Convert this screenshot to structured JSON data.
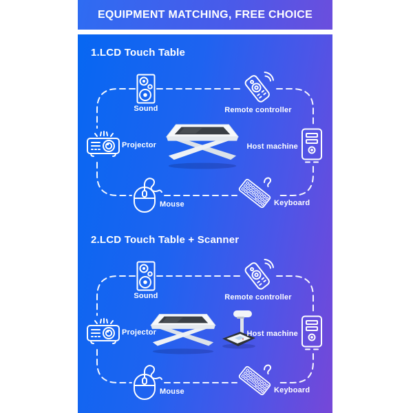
{
  "banner": {
    "title": "EQUIPMENT MATCHING, FREE CHOICE"
  },
  "colors": {
    "gradient_blue": "#0767f2",
    "gradient_violet": "#7647d8",
    "banner_blue": "#2e6cf2",
    "banner_violet": "#6b4edd",
    "text": "#ffffff"
  },
  "sections": [
    {
      "heading": "1.LCD Touch Table",
      "product_image": "lcd-touch-table",
      "nodes": {
        "sound": {
          "label": "Sound",
          "icon": "speaker-icon"
        },
        "remote": {
          "label": "Remote controller",
          "icon": "remote-control-icon"
        },
        "projector": {
          "label": "Projector",
          "icon": "projector-icon"
        },
        "host": {
          "label": "Host machine",
          "icon": "pc-tower-icon"
        },
        "mouse": {
          "label": "Mouse",
          "icon": "mouse-icon"
        },
        "keyboard": {
          "label": "Keyboard",
          "icon": "keyboard-icon"
        }
      }
    },
    {
      "heading": "2.LCD Touch Table + Scanner",
      "product_image": "lcd-touch-table-with-scanner",
      "nodes": {
        "sound": {
          "label": "Sound",
          "icon": "speaker-icon"
        },
        "remote": {
          "label": "Remote controller",
          "icon": "remote-control-icon"
        },
        "projector": {
          "label": "Projector",
          "icon": "projector-icon"
        },
        "host": {
          "label": "Host machine",
          "icon": "pc-tower-icon"
        },
        "mouse": {
          "label": "Mouse",
          "icon": "mouse-icon"
        },
        "keyboard": {
          "label": "Keyboard",
          "icon": "keyboard-icon"
        }
      }
    }
  ]
}
